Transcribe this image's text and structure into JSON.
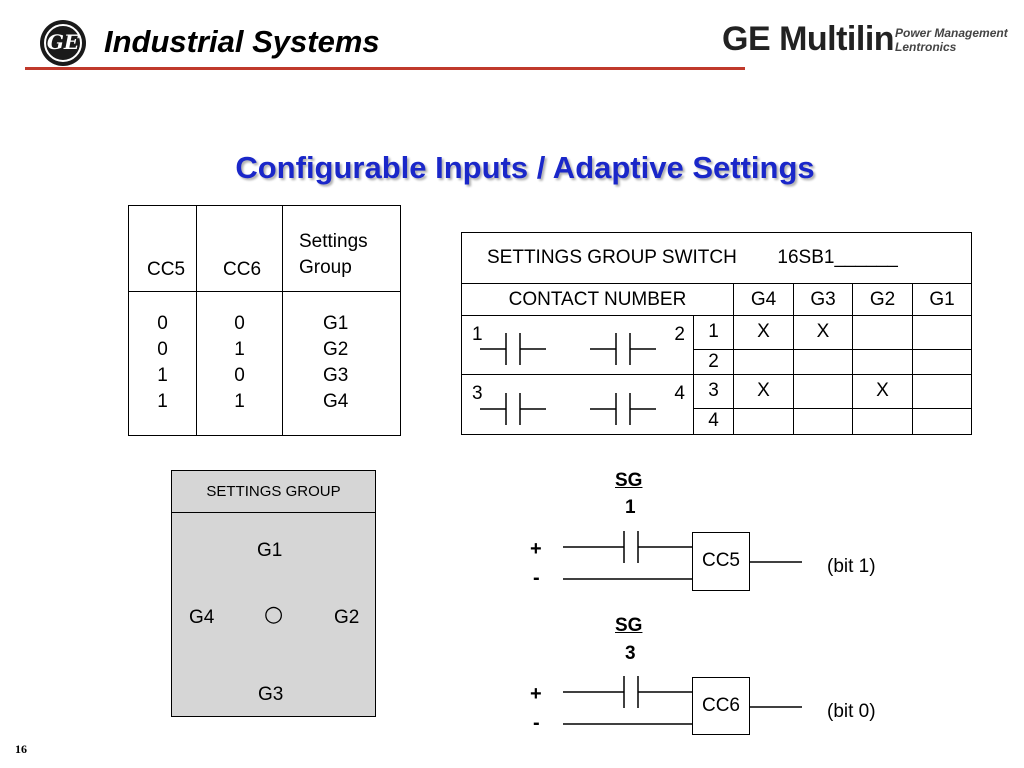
{
  "header": {
    "logo_text": "GE",
    "title": "Industrial Systems",
    "brand": "GE Multilin",
    "brand_sub_1": "Power Management",
    "brand_sub_2": "Lentronics",
    "accent_color": "#c0392b"
  },
  "slide": {
    "title": "Configurable Inputs / Adaptive Settings",
    "title_color": "#1a27c9",
    "page_number": "16"
  },
  "cc_table": {
    "headers": [
      "CC5",
      "CC6",
      "Settings",
      "Group"
    ],
    "cc5": [
      "0",
      "0",
      "1",
      "1"
    ],
    "cc6": [
      "0",
      "1",
      "0",
      "1"
    ],
    "groups": [
      "G1",
      "G2",
      "G3",
      "G4"
    ]
  },
  "switch_table": {
    "title": "SETTINGS GROUP SWITCH",
    "part": "16SB1______",
    "contact_header": "CONTACT NUMBER",
    "group_headers": [
      "G4",
      "G3",
      "G2",
      "G1"
    ],
    "contact_labels": [
      "1",
      "2",
      "3",
      "4"
    ],
    "rows": [
      {
        "num": "1",
        "marks": [
          "X",
          "X",
          "",
          ""
        ]
      },
      {
        "num": "2",
        "marks": [
          "",
          "",
          "",
          ""
        ]
      },
      {
        "num": "3",
        "marks": [
          "X",
          "",
          "X",
          ""
        ]
      },
      {
        "num": "4",
        "marks": [
          "",
          "",
          "",
          ""
        ]
      }
    ]
  },
  "settings_group": {
    "title": "SETTINGS GROUP",
    "top": "G1",
    "left": "G4",
    "right": "G2",
    "bottom": "G3",
    "knob": "○"
  },
  "circuits": [
    {
      "sg_label": "SG",
      "sg_num": "1",
      "plus": "+",
      "minus": "-",
      "cc": "CC5",
      "bit": "(bit 1)"
    },
    {
      "sg_label": "SG",
      "sg_num": "3",
      "plus": "+",
      "minus": "-",
      "cc": "CC6",
      "bit": "(bit 0)"
    }
  ]
}
